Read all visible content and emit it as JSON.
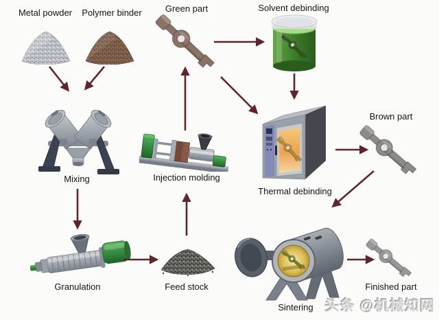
{
  "steps": {
    "metal_powder": {
      "label": "Metal powder"
    },
    "polymer_binder": {
      "label": "Polymer binder"
    },
    "mixing": {
      "label": "Mixing"
    },
    "granulation": {
      "label": "Granulation"
    },
    "feed_stock": {
      "label": "Feed stock"
    },
    "injection_molding": {
      "label": "Injection molding"
    },
    "green_part": {
      "label": "Green part"
    },
    "solvent_debinding": {
      "label": "Solvent debinding"
    },
    "thermal_debinding": {
      "label": "Thermal debinding"
    },
    "brown_part": {
      "label": "Brown part"
    },
    "sintering": {
      "label": "Sintering"
    },
    "finished_part": {
      "label": "Finished part"
    }
  },
  "flow": [
    {
      "from": "Metal powder",
      "to": "Mixing"
    },
    {
      "from": "Polymer binder",
      "to": "Mixing"
    },
    {
      "from": "Mixing",
      "to": "Granulation"
    },
    {
      "from": "Granulation",
      "to": "Feed stock"
    },
    {
      "from": "Feed stock",
      "to": "Injection molding"
    },
    {
      "from": "Injection molding",
      "to": "Green part"
    },
    {
      "from": "Green part",
      "to": "Solvent debinding"
    },
    {
      "from": "Green part",
      "to": "Thermal debinding"
    },
    {
      "from": "Solvent debinding",
      "to": "Thermal debinding"
    },
    {
      "from": "Thermal debinding",
      "to": "Brown part"
    },
    {
      "from": "Brown part",
      "to": "Sintering"
    },
    {
      "from": "Sintering",
      "to": "Finished part"
    }
  ],
  "watermark": {
    "text": "头条 @机械知网"
  },
  "colors": {
    "background": "#fbfbfa",
    "arrow": "#5e252b",
    "machine_green": "#2f8a3c",
    "beaker_liquid": "#a9da88",
    "beaker_body": "#3c7a2b",
    "oven_glow": "#eda24e",
    "oven_panel": "#8288b8",
    "furnace_glow": "#dcbf55",
    "metal_powder_gray": "#b4b8be",
    "polymer_binder_brown": "#7c5c49",
    "green_part_taupe": "#8a7266",
    "brown_part_gray": "#8d8b87",
    "steel_gray": "#9aa0a8",
    "watermark_gray": "#d2d2d2"
  }
}
